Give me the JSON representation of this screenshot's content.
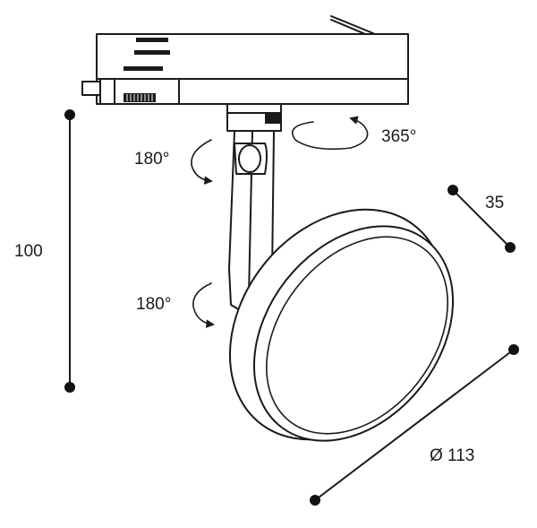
{
  "labels": {
    "rotation_horizontal": "365°",
    "tilt_upper": "180°",
    "tilt_lower": "180°",
    "height": "100",
    "depth": "35",
    "diameter": "Ø 113"
  },
  "colors": {
    "line": "#1a1a1a",
    "dot": "#111111",
    "background": "#ffffff"
  }
}
